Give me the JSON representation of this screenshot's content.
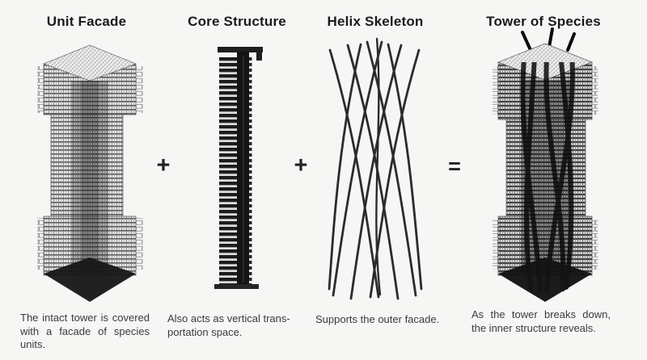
{
  "page": {
    "background": "#f6f6f5",
    "type": "architecture-concept-diagram"
  },
  "colors": {
    "ink": "#1b1b1b",
    "caption_text": "#3b3b3b",
    "facade_mesh": "#3f3f3f",
    "dark_base": "#181818"
  },
  "columns": [
    {
      "title": "Unit Facade",
      "illustration": "unit-facade-wireframe-tower",
      "caption_lines": [
        "The intact tower is covered",
        "with a facade of species",
        "units."
      ]
    },
    {
      "title": "Core Structure",
      "illustration": "core-structure-column",
      "caption_lines": [
        "Also acts as vertical trans-",
        "portation space."
      ]
    },
    {
      "title": "Helix Skeleton",
      "illustration": "helix-diagrid-skeleton",
      "caption_lines": [
        "Supports the outer facade."
      ]
    },
    {
      "title": "Tower of Species",
      "illustration": "combined-tower-with-helix",
      "caption_lines": [
        "As the tower breaks down,",
        "the inner structure reveals."
      ]
    }
  ],
  "operators": {
    "plus1": "+",
    "plus2": "+",
    "equals": "="
  }
}
